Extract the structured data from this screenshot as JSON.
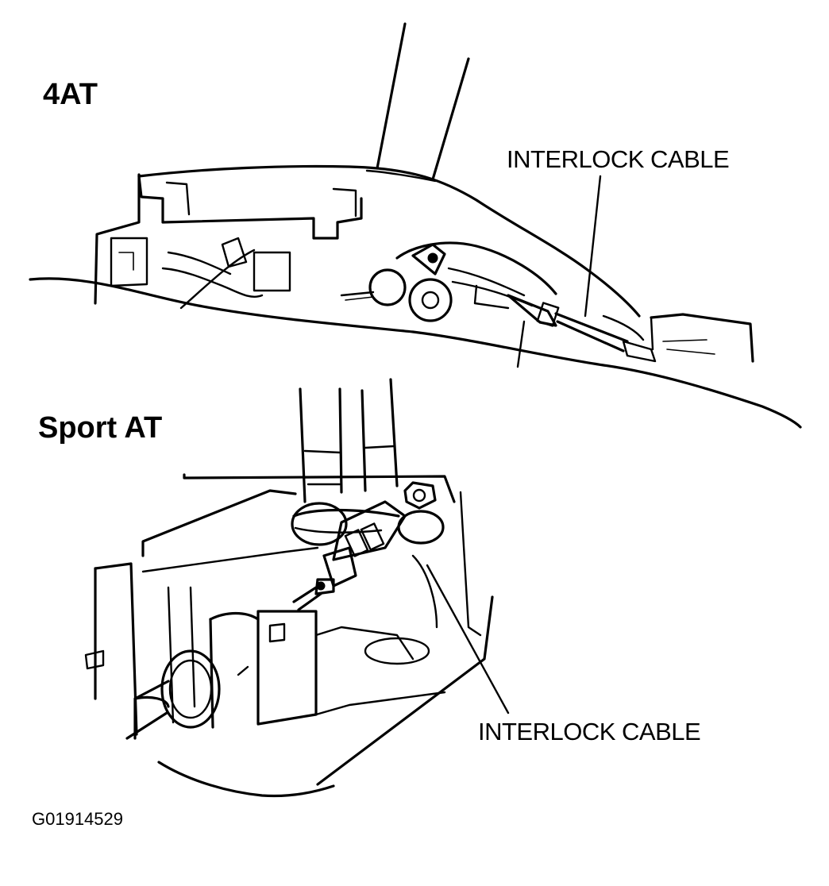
{
  "sections": {
    "top": {
      "title": "4AT",
      "callout": "INTERLOCK CABLE"
    },
    "bottom": {
      "title": "Sport AT",
      "callout": "INTERLOCK CABLE"
    }
  },
  "figure_id": "G01914529",
  "colors": {
    "ink": "#000000",
    "paper": "#ffffff"
  }
}
